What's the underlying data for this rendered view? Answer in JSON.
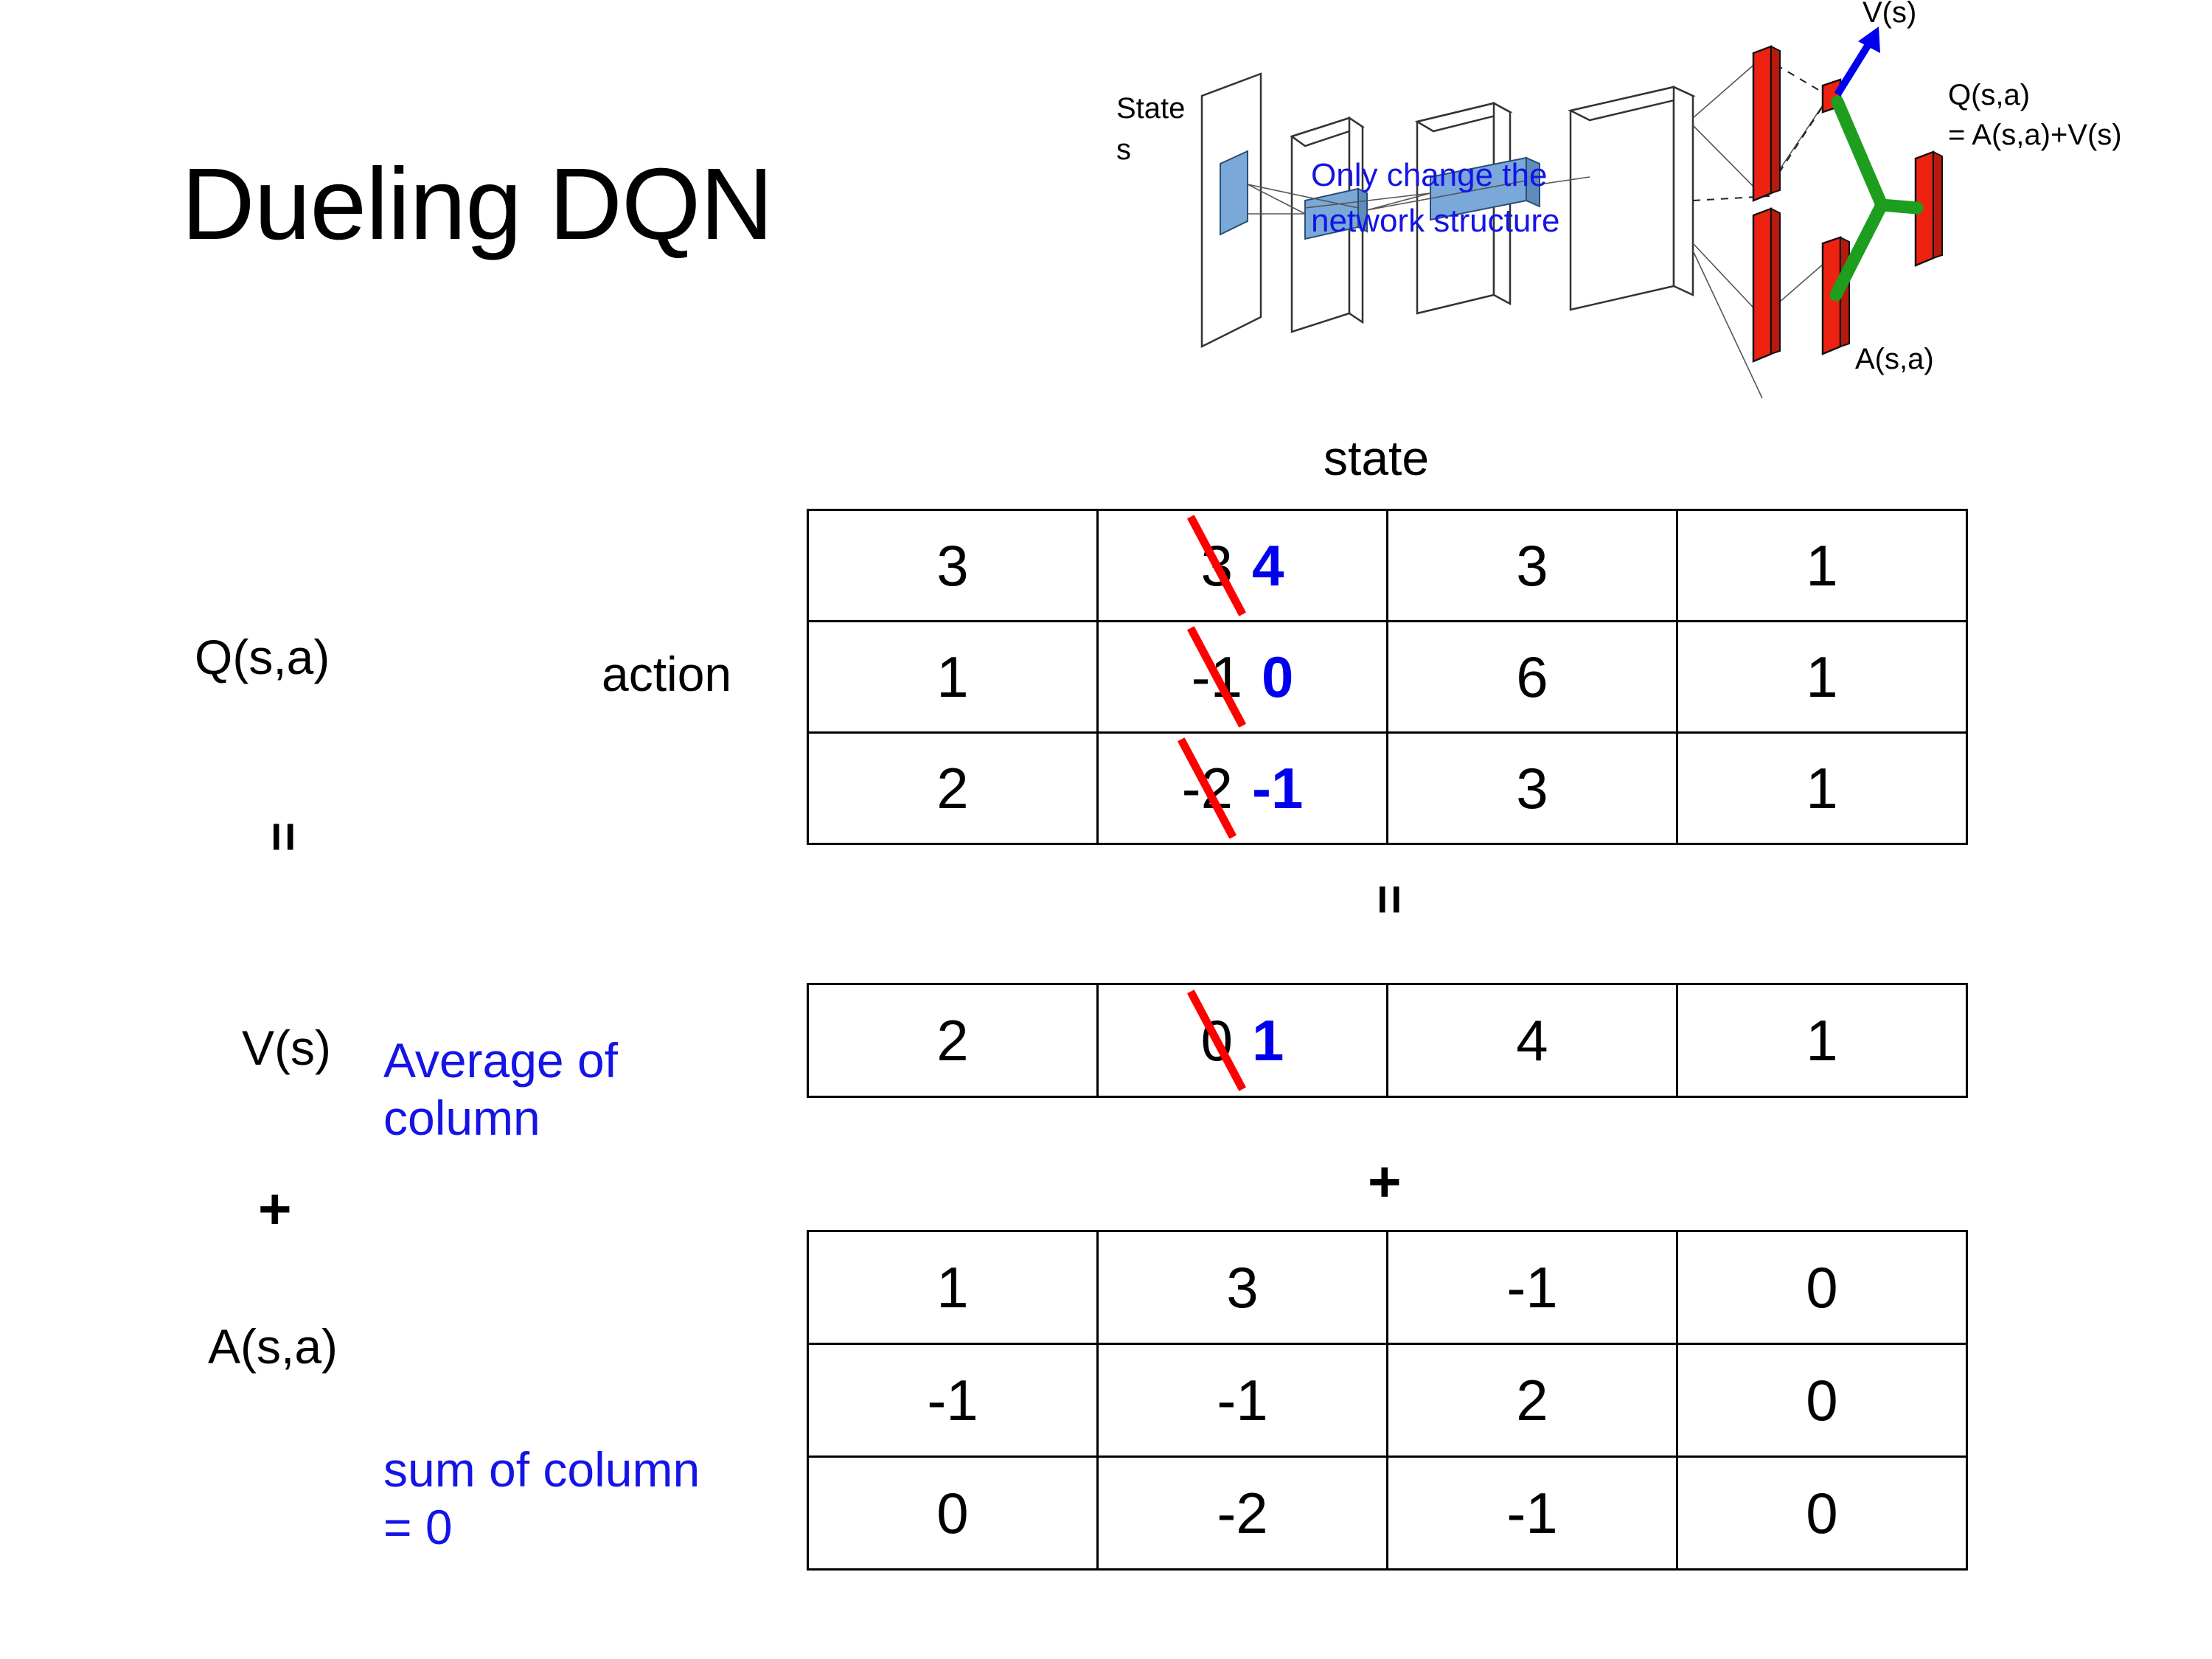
{
  "title": "Dueling DQN",
  "diagram": {
    "input_label_line1": "State",
    "input_label_line2": "s",
    "note_line1": "Only change the",
    "note_line2": "network structure",
    "value_label": "V(s)",
    "advantage_label": "A(s,a)",
    "q_label_line1": "Q(s,a)",
    "q_label_line2": "= A(s,a)+V(s)",
    "colors": {
      "note": "#1414e6",
      "value_arrow": "#0000ee",
      "bars": "#ee2211",
      "merge": "#1e9e1e",
      "conv": "#7aa8d8"
    }
  },
  "labels": {
    "state_axis": "state",
    "action_axis": "action",
    "q_label": "Q(s,a)",
    "v_label": "V(s)",
    "a_label": "A(s,a)",
    "equals": "=",
    "plus": "+",
    "avg_note": "Average of column",
    "sum_note": "sum of column = 0",
    "colors": {
      "note": "#1414e6",
      "strike": "#ff0000",
      "correction": "#0000ee"
    }
  },
  "chart_data": {
    "type": "table",
    "title": "Dueling DQN value/advantage decomposition",
    "xlabel": "state",
    "ylabel": "action",
    "tables": [
      {
        "name": "Q(s,a)",
        "rows": [
          [
            "3",
            "3",
            "3",
            "1"
          ],
          [
            "1",
            "-1",
            "6",
            "1"
          ],
          [
            "2",
            "-2",
            "3",
            "1"
          ]
        ],
        "corrections": [
          {
            "row": 0,
            "col": 1,
            "old": "3",
            "new": "4"
          },
          {
            "row": 1,
            "col": 1,
            "old": "-1",
            "new": "0"
          },
          {
            "row": 2,
            "col": 1,
            "old": "-2",
            "new": "-1"
          }
        ]
      },
      {
        "name": "V(s)",
        "rows": [
          [
            "2",
            "0",
            "4",
            "1"
          ]
        ],
        "corrections": [
          {
            "row": 0,
            "col": 1,
            "old": "0",
            "new": "1"
          }
        ]
      },
      {
        "name": "A(s,a)",
        "rows": [
          [
            "1",
            "3",
            "-1",
            "0"
          ],
          [
            "-1",
            "-1",
            "2",
            "0"
          ],
          [
            "0",
            "-2",
            "-1",
            "0"
          ]
        ],
        "corrections": []
      }
    ]
  }
}
